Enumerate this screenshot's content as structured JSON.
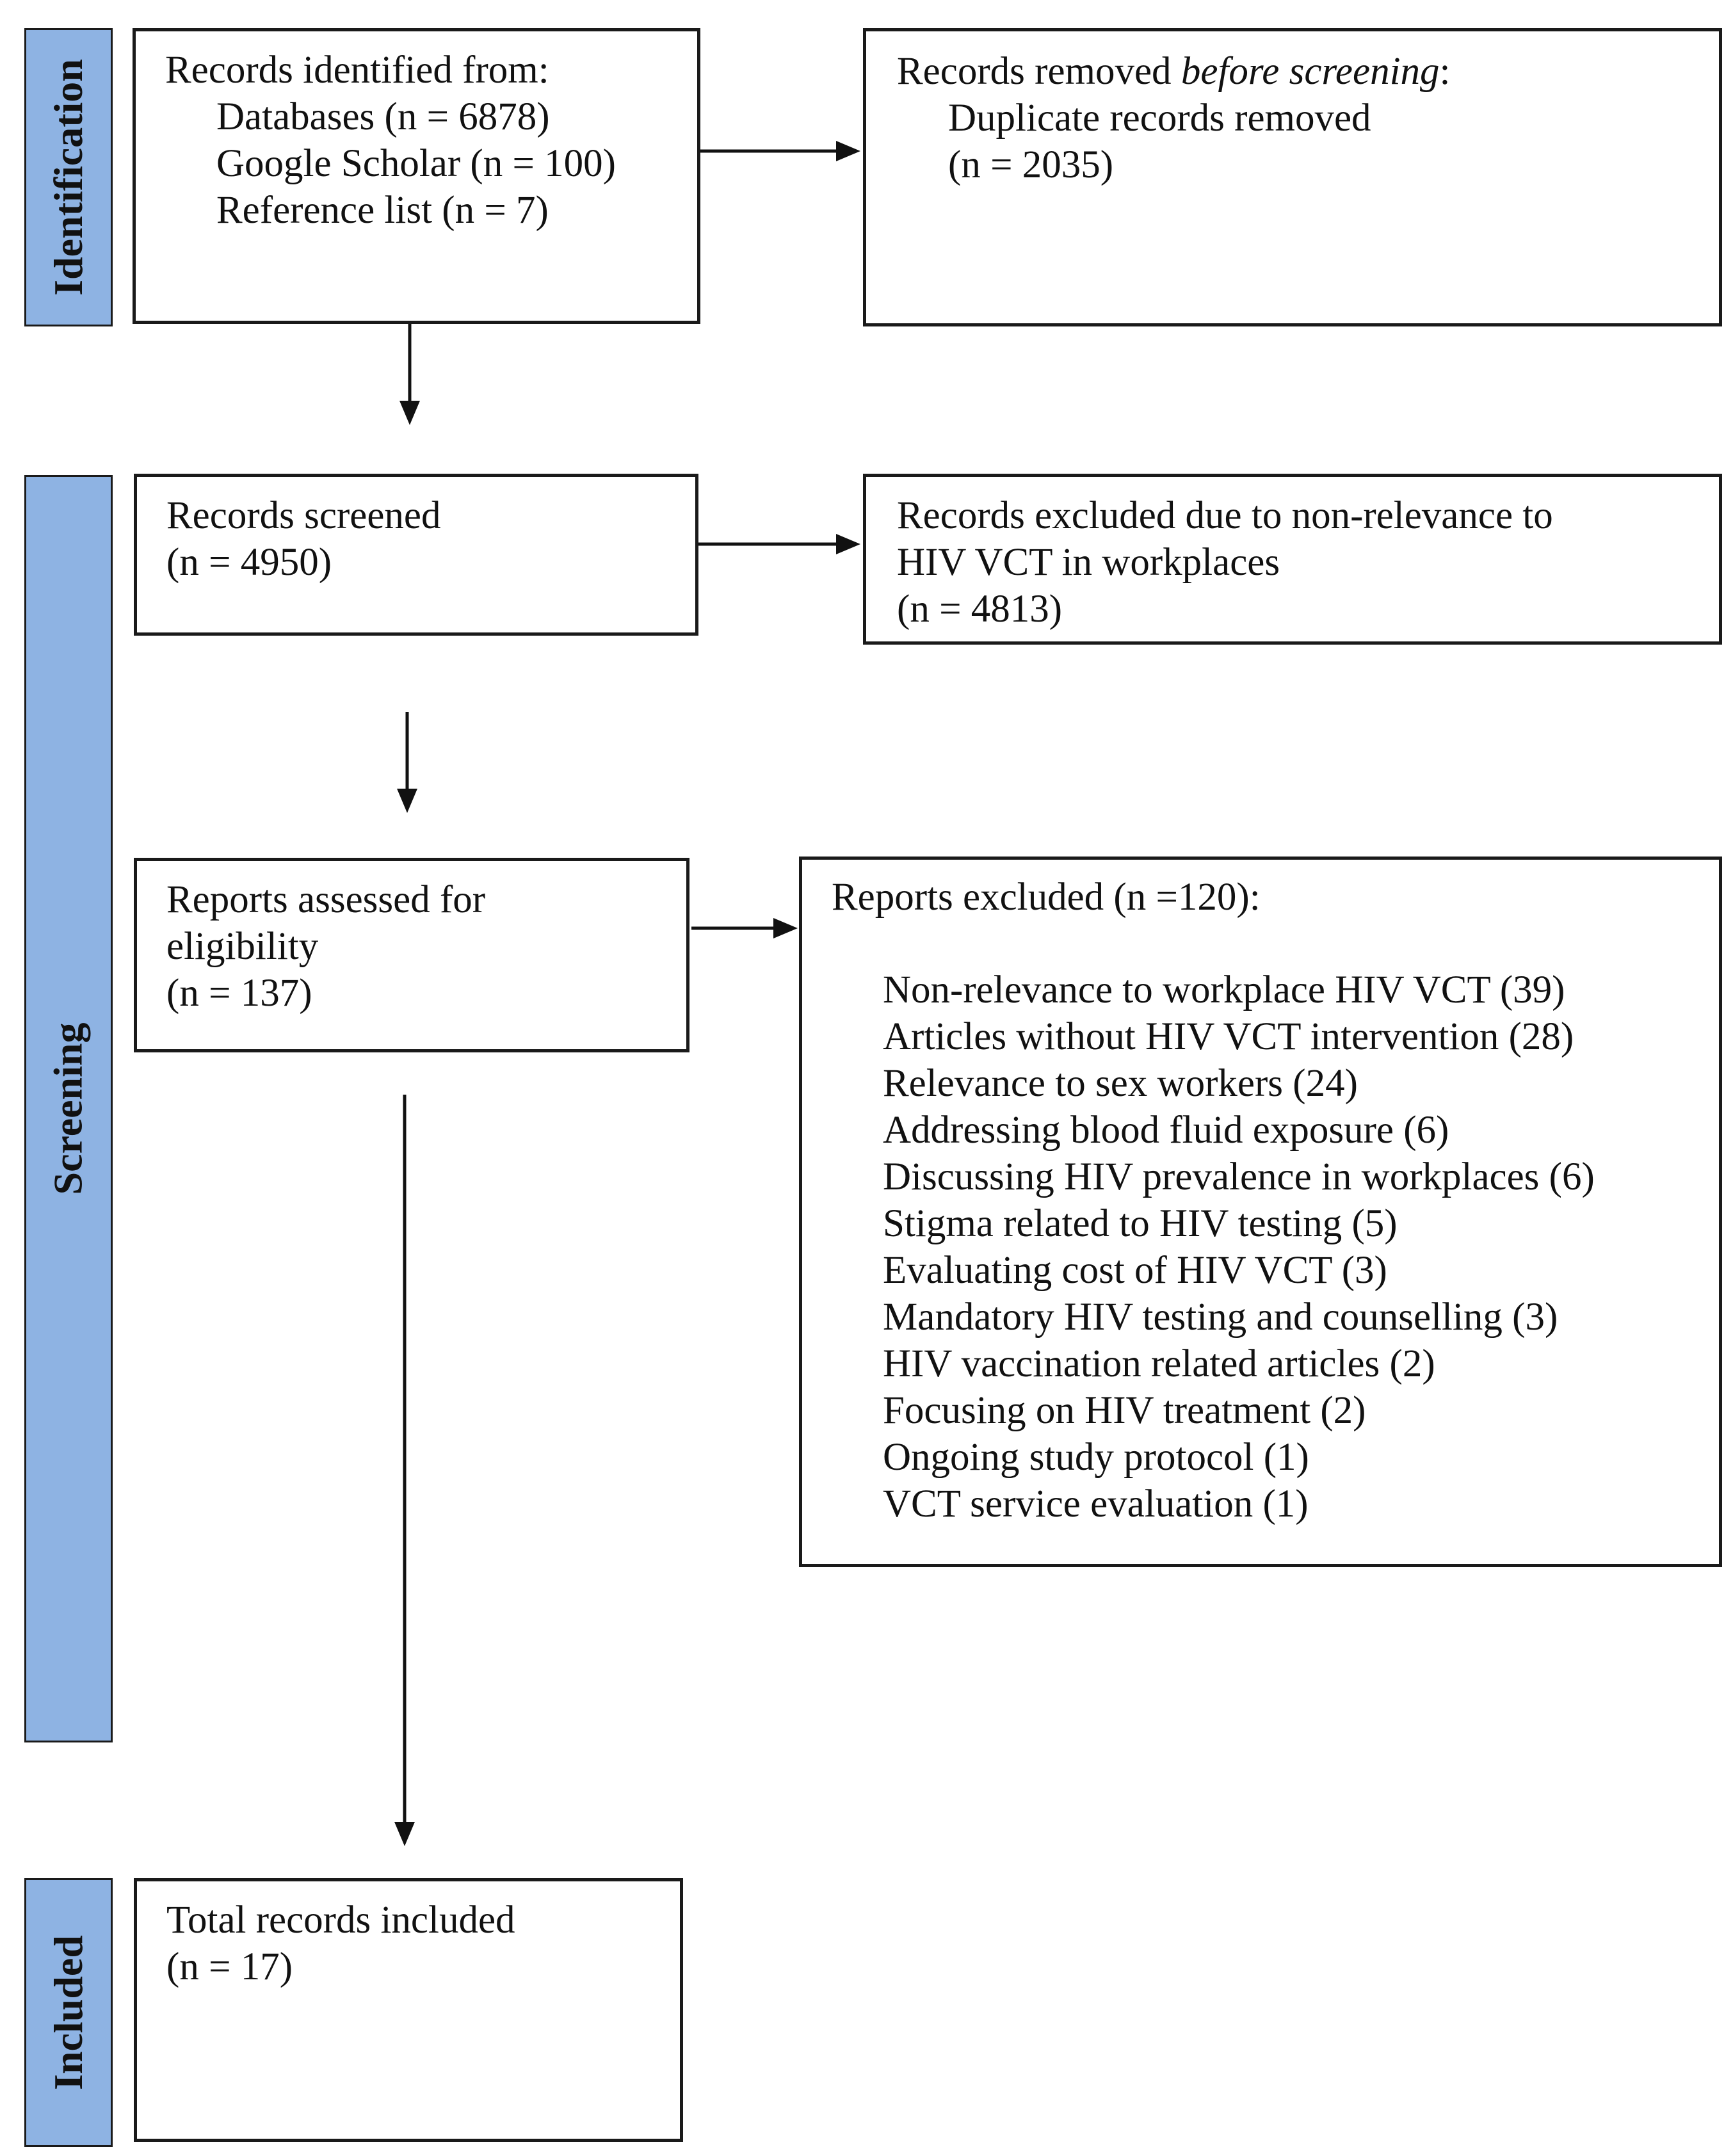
{
  "phases": {
    "identification": "Identification",
    "screening": "Screening",
    "included": "Included"
  },
  "identified": {
    "heading": "Records identified from:",
    "items": [
      "Databases (n = 6878)",
      "Google Scholar (n = 100)",
      "Reference list (n = 7)"
    ]
  },
  "removed": {
    "heading_prefix": "Records removed ",
    "heading_emph": "before screening",
    "heading_suffix": ":",
    "items": [
      "Duplicate records removed",
      "(n = 2035)"
    ]
  },
  "screened": {
    "lines": [
      "Records screened",
      "(n = 4950)"
    ]
  },
  "excluded_screen": {
    "lines": [
      "Records excluded due to non-relevance to",
      "HIV VCT in workplaces",
      "(n = 4813)"
    ]
  },
  "assessed": {
    "lines": [
      "Reports assessed for",
      "eligibility",
      "(n = 137)"
    ]
  },
  "reports_excluded": {
    "heading": "Reports excluded (n =120):",
    "items": [
      "Non-relevance to workplace HIV VCT (39)",
      "Articles without HIV VCT intervention (28)",
      "Relevance to sex workers (24)",
      "Addressing blood fluid exposure (6)",
      "Discussing HIV prevalence in workplaces (6)",
      "Stigma related to HIV testing (5)",
      "Evaluating cost of HIV VCT (3)",
      "Mandatory HIV testing and counselling (3)",
      "HIV vaccination related articles (2)",
      "Focusing on HIV treatment (2)",
      "Ongoing study protocol (1)",
      "VCT service evaluation (1)"
    ]
  },
  "included": {
    "lines": [
      "Total records included",
      "(n = 17)"
    ]
  }
}
